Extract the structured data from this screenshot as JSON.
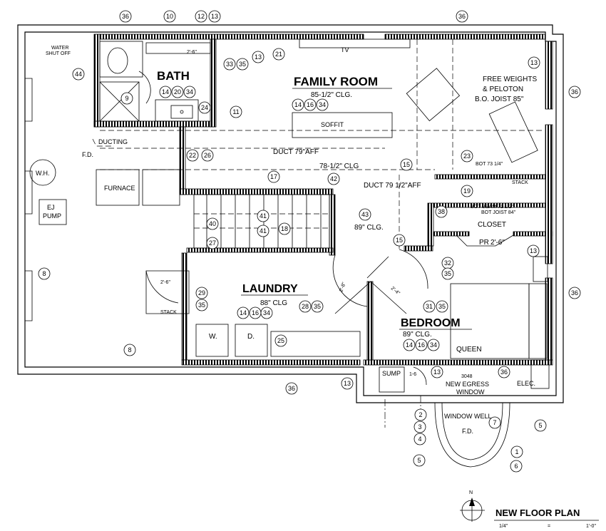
{
  "plan": {
    "title": "NEW FLOOR PLAN",
    "scale_left": "1/4\"",
    "scale_eq": "=",
    "scale_right": "1'-0\"",
    "north": "N"
  },
  "rooms": {
    "bath": "BATH",
    "family_room": "FAMILY ROOM",
    "laundry": "LAUNDRY",
    "bedroom": "BEDROOM"
  },
  "notes": {
    "water_shutoff_1": "WATER",
    "water_shutoff_2": "SHUT OFF",
    "tv": "TV",
    "free_weights_1": "FREE WEIGHTS",
    "free_weights_2": "& PELOTON",
    "free_weights_3": "B.O. JOIST  85\"",
    "family_clg": "85-1/2\" CLG.",
    "soffit": "SOFFIT",
    "ducting": "DUCTING",
    "fd": "F.D.",
    "wh": "W.H.",
    "furnace": "FURNACE",
    "ej_pump_1": "EJ",
    "ej_pump_2": "PUMP",
    "duct_79": "DUCT 79\"AFF",
    "clg_78": "78-1/2\" CLG",
    "duct_79_half": "DUCT 79 1/2\"AFF",
    "bot_73": "BOT 73 1/4\"",
    "stack": "STACK",
    "bot_beam": "BOT BEAM 71 1/2\"",
    "bot_joist": "BOT JOIST 84\"",
    "closet": "CLOSET",
    "pr": "PR",
    "pr_dim": "2'-6\"",
    "clg_89": "89\" CLG.",
    "laundry_clg": "88\" CLG",
    "bedroom_clg": "89\" CLG.",
    "laundry_door": "2'-6\"",
    "laundry_stack": "STACK",
    "washer": "W.",
    "dryer": "D.",
    "queen": "QUEEN",
    "door_28": "2'-8\"",
    "door_24": "2'-4\"",
    "sump": "SUMP",
    "sump_dim": "1-6",
    "egress_1": "3048",
    "egress_2": "NEW EGRESS",
    "egress_3": "WINDOW",
    "elec": "ELEC.",
    "window_well": "WINDOW WELL",
    "ww_fd": "F.D.",
    "bath_door": "2'-6\""
  },
  "tags": [
    "36",
    "10",
    "12",
    "13",
    "36",
    "33",
    "35",
    "13",
    "21",
    "13",
    "44",
    "14",
    "20",
    "34",
    "9",
    "24",
    "11",
    "14",
    "16",
    "34",
    "36",
    "22",
    "26",
    "17",
    "42",
    "15",
    "23",
    "19",
    "43",
    "15",
    "38",
    "40",
    "41",
    "41",
    "18",
    "27",
    "32",
    "35",
    "13",
    "8",
    "29",
    "35",
    "14",
    "16",
    "34",
    "28",
    "35",
    "31",
    "35",
    "36",
    "14",
    "16",
    "34",
    "25",
    "8",
    "36",
    "13",
    "13",
    "36",
    "2",
    "3",
    "4",
    "7",
    "5",
    "1",
    "6",
    "5"
  ]
}
